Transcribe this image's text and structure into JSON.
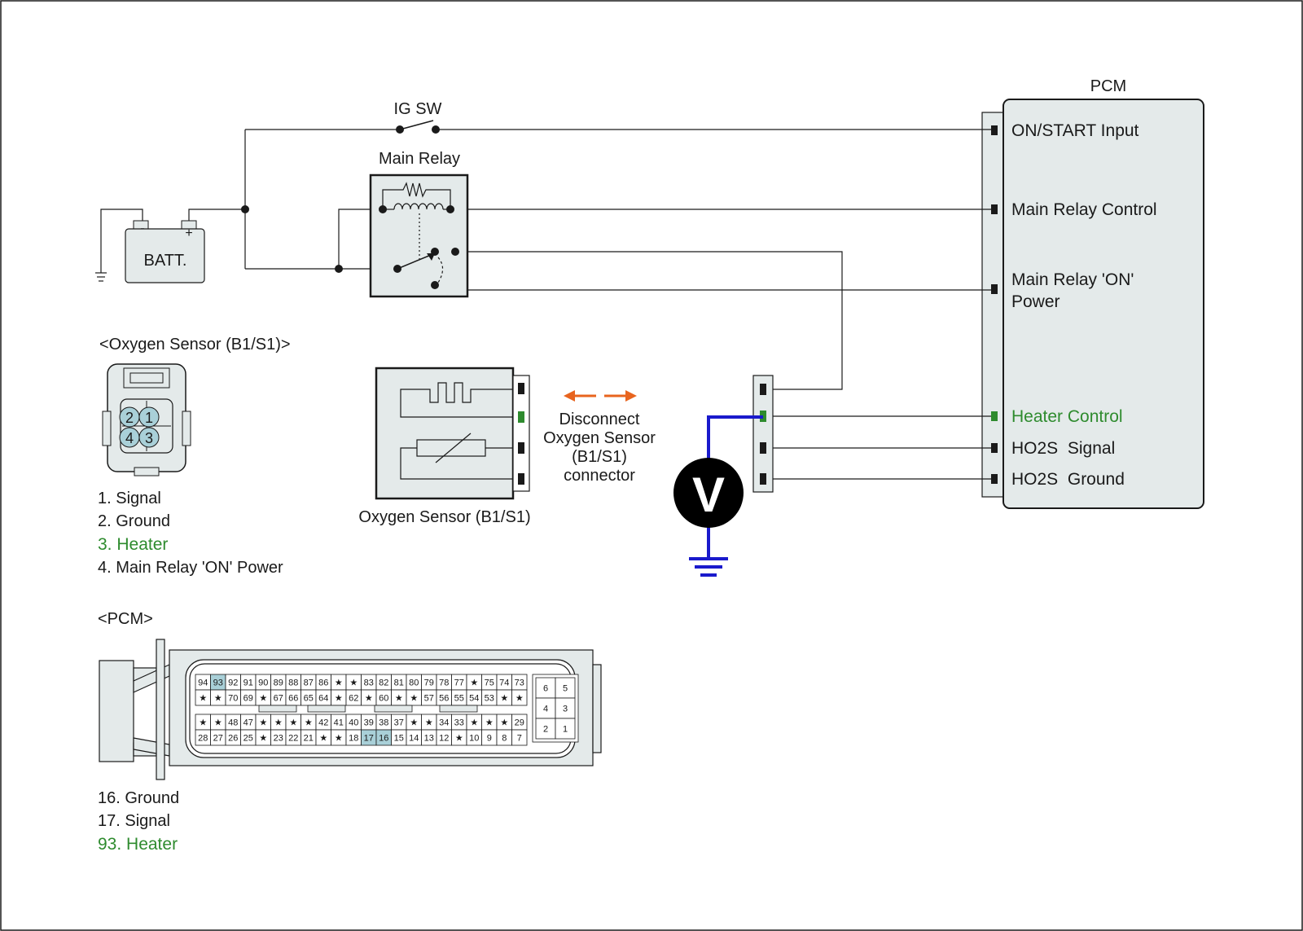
{
  "labels": {
    "pcm_title": "PCM",
    "ig_sw": "IG SW",
    "main_relay": "Main Relay",
    "batt": "BATT.",
    "batt_minus": "-",
    "batt_plus": "+",
    "oxygen_sensor_connector_title": "<Oxygen Sensor (B1/S1)>",
    "oxygen_sensor_caption": "Oxygen Sensor (B1/S1)",
    "disconnect_line1": "Disconnect",
    "disconnect_line2": "Oxygen Sensor",
    "disconnect_line3": "(B1/S1)",
    "disconnect_line4": "connector",
    "voltmeter": "V",
    "pcm_connector_title": "<PCM>"
  },
  "pcm_pins": {
    "on_start_input": "ON/START Input",
    "main_relay_control": "Main Relay Control",
    "main_relay_on_power_line1": "Main Relay 'ON'",
    "main_relay_on_power_line2": "Power",
    "heater_control": "Heater Control",
    "ho2s_signal": "HO2S  Signal",
    "ho2s_ground": "HO2S  Ground"
  },
  "oxygen_sensor_pins": {
    "p1": "1",
    "p2": "2",
    "p3": "3",
    "p4": "4",
    "legend": [
      "1. Signal",
      "2. Ground",
      "3. Heater",
      "4. Main Relay 'ON' Power"
    ]
  },
  "pcm_connector": {
    "rows": [
      [
        "94",
        "93",
        "92",
        "91",
        "90",
        "89",
        "88",
        "87",
        "86",
        "★",
        "★",
        "83",
        "82",
        "81",
        "80",
        "79",
        "78",
        "77",
        "★",
        "75",
        "74",
        "73"
      ],
      [
        "★",
        "★",
        "70",
        "69",
        "★",
        "67",
        "66",
        "65",
        "64",
        "★",
        "62",
        "★",
        "60",
        "★",
        "★",
        "57",
        "56",
        "55",
        "54",
        "53",
        "★",
        "★"
      ],
      [
        "★",
        "★",
        "48",
        "47",
        "★",
        "★",
        "★",
        "★",
        "42",
        "41",
        "40",
        "39",
        "38",
        "37",
        "★",
        "★",
        "34",
        "33",
        "★",
        "★",
        "★",
        "29"
      ],
      [
        "28",
        "27",
        "26",
        "25",
        "★",
        "23",
        "22",
        "21",
        "★",
        "★",
        "18",
        "17",
        "16",
        "15",
        "14",
        "13",
        "12",
        "★",
        "10",
        "9",
        "8",
        "7"
      ]
    ],
    "highlighted": [
      "93",
      "17",
      "16"
    ],
    "aux_pins": [
      [
        "6",
        "5"
      ],
      [
        "4",
        "3"
      ],
      [
        "2",
        "1"
      ]
    ],
    "legend": [
      "16. Ground",
      "17. Signal",
      "93. Heater"
    ]
  },
  "colors": {
    "line": "#1a1a1a",
    "heater_green": "#2e8b2e",
    "probe_blue": "#1a1acc",
    "arrow_orange": "#e8641e",
    "box_fill": "#e4eaea",
    "pin_highlight": "#a9d0d8"
  }
}
